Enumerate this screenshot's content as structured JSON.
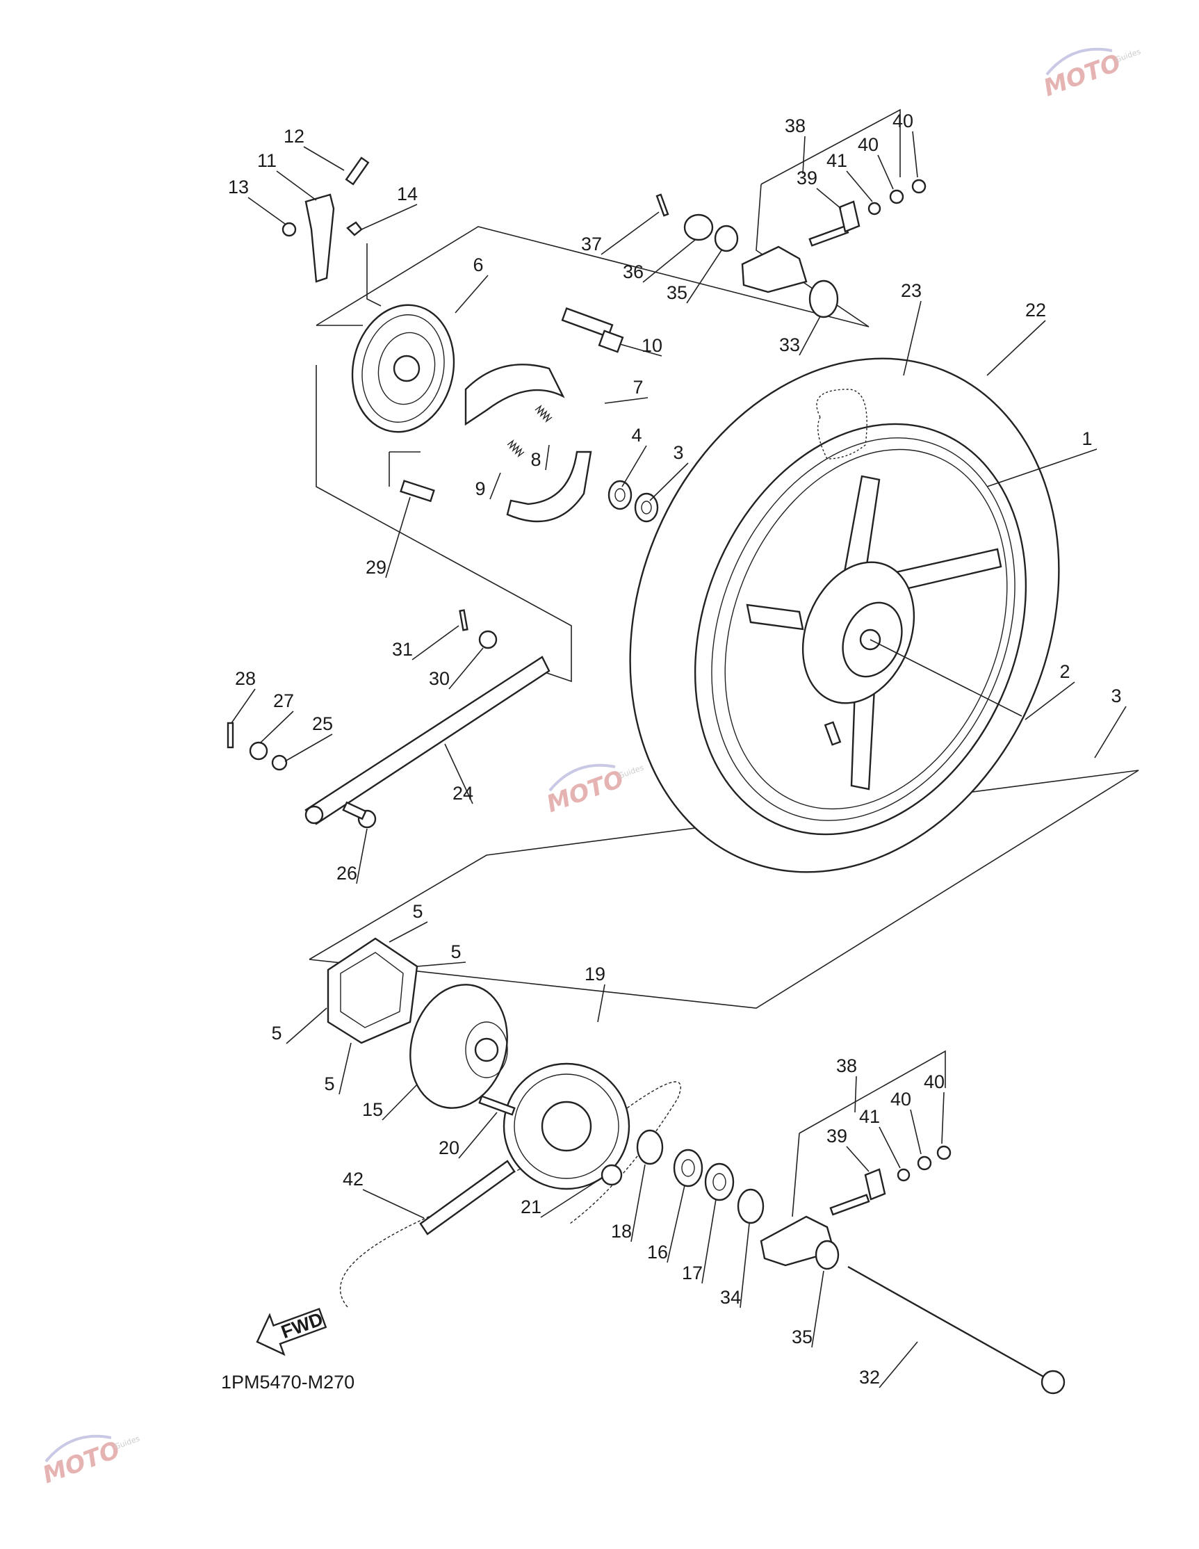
{
  "diagram_code": "1PM5470-M270",
  "direction_arrow": {
    "label": "FWD",
    "icon": "fwd-arrow-icon"
  },
  "watermark": {
    "brand": "MOTO",
    "sub": "Guides",
    "color": "#e6b3b3",
    "icon": "moto-guides-logo-icon"
  },
  "callouts": [
    {
      "n": "1"
    },
    {
      "n": "2"
    },
    {
      "n": "3"
    },
    {
      "n": "3"
    },
    {
      "n": "4"
    },
    {
      "n": "5"
    },
    {
      "n": "5"
    },
    {
      "n": "5"
    },
    {
      "n": "5"
    },
    {
      "n": "6"
    },
    {
      "n": "7"
    },
    {
      "n": "8"
    },
    {
      "n": "9"
    },
    {
      "n": "10"
    },
    {
      "n": "11"
    },
    {
      "n": "12"
    },
    {
      "n": "13"
    },
    {
      "n": "14"
    },
    {
      "n": "15"
    },
    {
      "n": "16"
    },
    {
      "n": "17"
    },
    {
      "n": "18"
    },
    {
      "n": "19"
    },
    {
      "n": "20"
    },
    {
      "n": "21"
    },
    {
      "n": "22"
    },
    {
      "n": "23"
    },
    {
      "n": "24"
    },
    {
      "n": "25"
    },
    {
      "n": "26"
    },
    {
      "n": "27"
    },
    {
      "n": "28"
    },
    {
      "n": "29"
    },
    {
      "n": "30"
    },
    {
      "n": "31"
    },
    {
      "n": "32"
    },
    {
      "n": "33"
    },
    {
      "n": "34"
    },
    {
      "n": "35"
    },
    {
      "n": "35"
    },
    {
      "n": "36"
    },
    {
      "n": "37"
    },
    {
      "n": "38"
    },
    {
      "n": "38"
    },
    {
      "n": "39"
    },
    {
      "n": "39"
    },
    {
      "n": "40"
    },
    {
      "n": "40"
    },
    {
      "n": "40"
    },
    {
      "n": "40"
    },
    {
      "n": "41"
    },
    {
      "n": "41"
    },
    {
      "n": "42"
    }
  ]
}
